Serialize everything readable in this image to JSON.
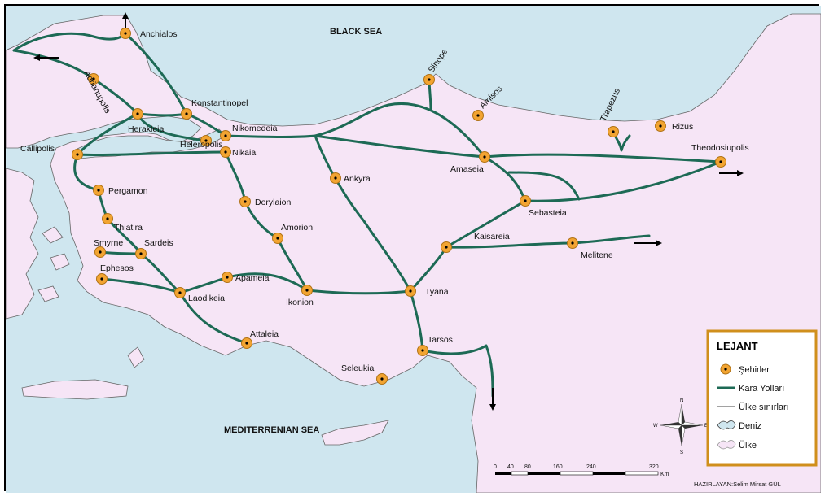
{
  "seas": {
    "black_sea": "BLACK SEA",
    "mediterranean": "MEDITERRENIAN SEA"
  },
  "cities": {
    "anchialos": "Anchialos",
    "adrianupolis": "Adrianupolis",
    "konstantinopel": "Konstantinopel",
    "herakleia": "Herakleia",
    "callipolis": "Callipolis",
    "nikomedeia": "Nikomedeia",
    "heleropolis": "Heleropolis",
    "nikaia": "Nikaia",
    "pergamon": "Pergamon",
    "thiatira": "Thiatira",
    "smyrne": "Smyrne",
    "sardeis": "Sardeis",
    "ephesos": "Ephesos",
    "laodikeia": "Laodikeia",
    "apameia": "Apameia",
    "attaleia": "Attaleia",
    "dorylaion": "Dorylaion",
    "amorion": "Amorion",
    "ikonion": "Ikonion",
    "ankyra": "Ankyra",
    "tyana": "Tyana",
    "tarsos": "Tarsos",
    "seleukia": "Seleukia",
    "kaisareia": "Kaisareia",
    "melitene": "Melitene",
    "sebasteia": "Sebasteia",
    "amaseia": "Amaseia",
    "sinope": "Sinope",
    "amisos": "Amisos",
    "trapezus": "Trapezus",
    "rizus": "Rizus",
    "theodosiupolis": "Theodosiupolis"
  },
  "legend": {
    "title": "LEJANT",
    "items": [
      "Şehirler",
      "Kara Yolları",
      "Ülke sınırları",
      "Deniz",
      "Ülke"
    ]
  },
  "compass": {
    "n": "N",
    "s": "S",
    "e": "E",
    "w": "W"
  },
  "scale": {
    "ticks": [
      "0",
      "40",
      "80",
      "160",
      "240",
      "320"
    ],
    "unit": "Km"
  },
  "credit": "HAZIRLAYAN:Selim Mirsat GÜL",
  "colors": {
    "sea": "#cfe6ef",
    "land": "#f6e5f6",
    "road": "#1d6a55",
    "city_fill": "#f2a431",
    "legend_border": "#d08f1c"
  }
}
